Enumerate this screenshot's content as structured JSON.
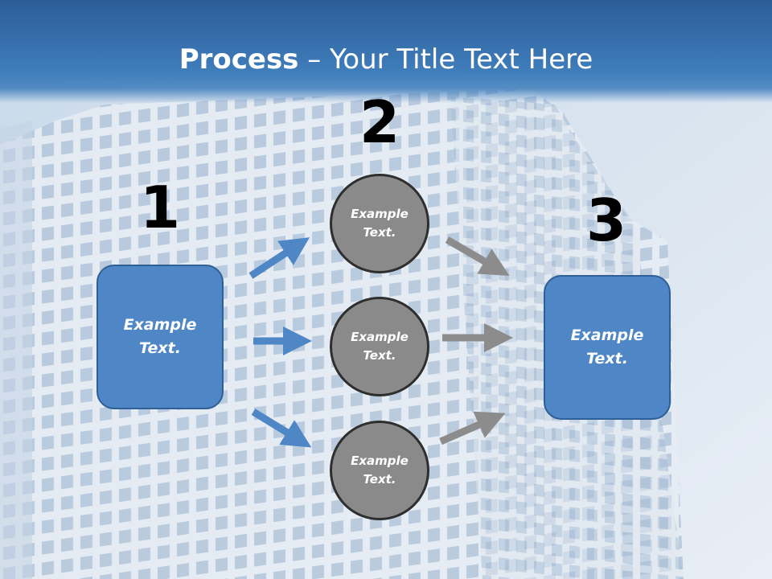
{
  "title": {
    "bold": "Process",
    "rest": " – Your Title Text Here"
  },
  "steps": [
    {
      "number": "1",
      "label": "Example\nText."
    },
    {
      "number": "2",
      "labels": [
        "Example\nText.",
        "Example\nText.",
        "Example\nText."
      ]
    },
    {
      "number": "3",
      "label": "Example\nText."
    }
  ],
  "colors": {
    "header": "#3a78b8",
    "box": "#4f86c6",
    "circle": "#8a8a8a",
    "blue_arrow": "#4f86c6",
    "gray_arrow": "#8c8c8c"
  }
}
